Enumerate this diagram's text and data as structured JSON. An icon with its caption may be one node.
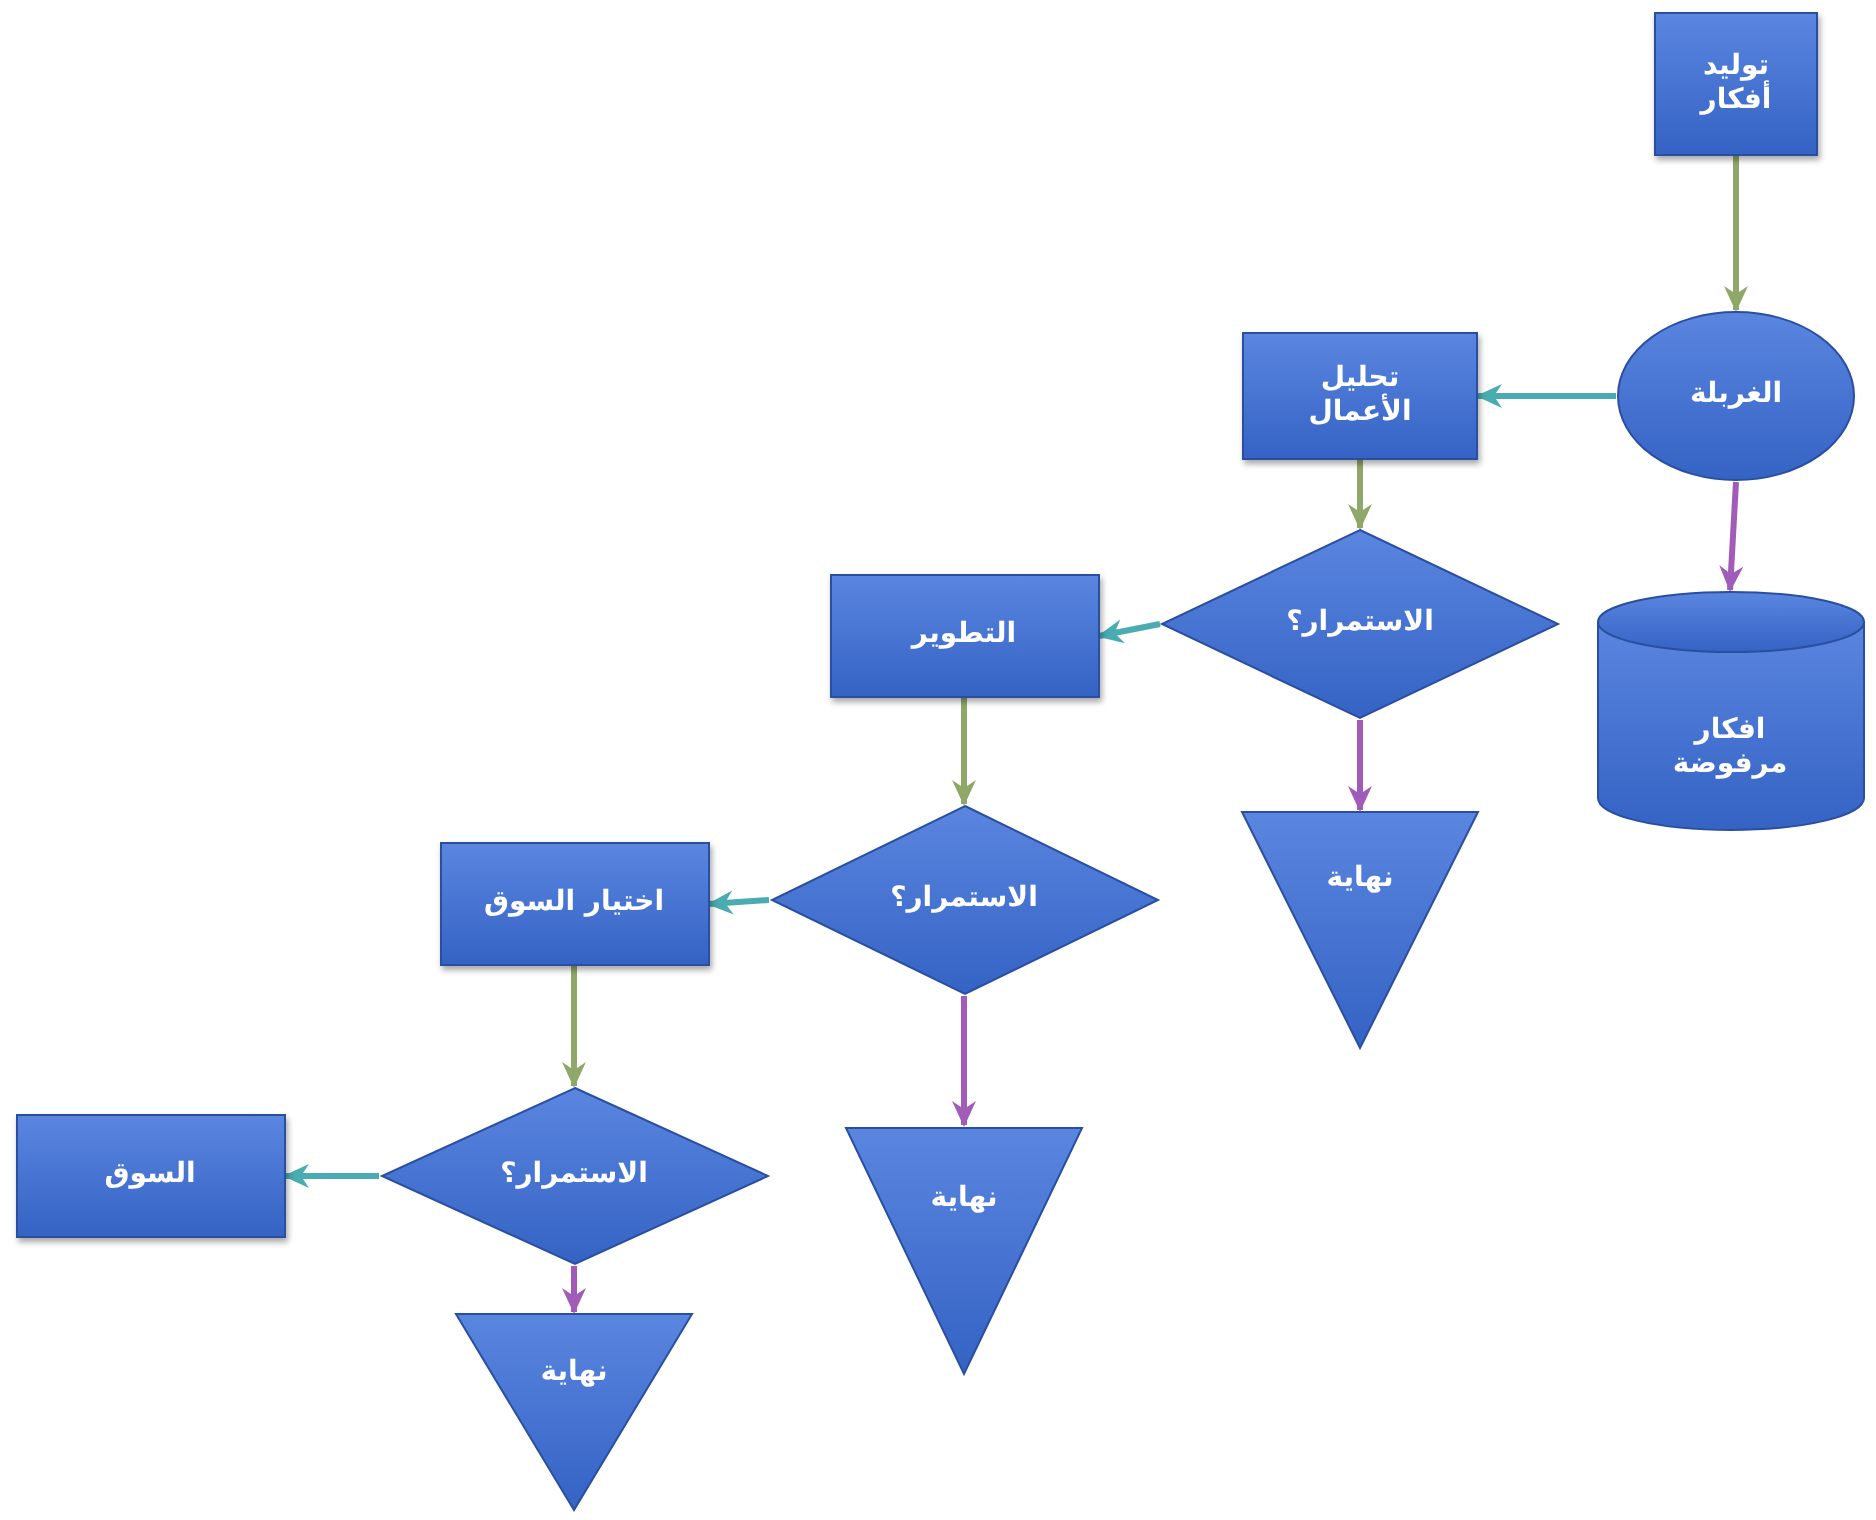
{
  "diagram": {
    "nodes": [
      {
        "text": [
          "توليد أفكار"
        ]
      },
      {
        "text": [
          "الغربلة"
        ]
      },
      {
        "text": [
          "تحليل الأعمال"
        ]
      },
      {
        "text": [
          "افكار مرفوضة"
        ]
      },
      {
        "text": [
          "الاستمرار؟"
        ]
      },
      {
        "text": [
          "التطوير"
        ]
      },
      {
        "text": [
          "الاستمرار؟"
        ]
      },
      {
        "text": [
          "نهاية"
        ]
      },
      {
        "text": [
          "اختيار السوق"
        ]
      },
      {
        "text": [
          "الاستمرار؟"
        ]
      },
      {
        "text": [
          "نهاية"
        ]
      },
      {
        "text": [
          "السوق"
        ]
      },
      {
        "text": [
          "نهاية"
        ]
      }
    ],
    "edges": [
      {
        "from": 0,
        "to": 1,
        "arrow": "to",
        "color": "#8fa86a"
      },
      {
        "from": 1,
        "to": 2,
        "arrow": "to",
        "color": "#4aabb0"
      },
      {
        "from": 1,
        "to": 3,
        "arrow": "to",
        "color": "#a05cb8"
      },
      {
        "from": 2,
        "to": 4,
        "arrow": "to",
        "color": "#8fa86a"
      },
      {
        "from": 4,
        "to": 5,
        "arrow": "to",
        "color": "#4aabb0"
      },
      {
        "from": 4,
        "to": 7,
        "arrow": "to",
        "color": "#a05cb8"
      },
      {
        "from": 5,
        "to": 6,
        "arrow": "to",
        "color": "#8fa86a"
      },
      {
        "from": 6,
        "to": 8,
        "arrow": "to",
        "color": "#4aabb0"
      },
      {
        "from": 6,
        "to": 10,
        "arrow": "to",
        "color": "#a05cb8"
      },
      {
        "from": 8,
        "to": 9,
        "arrow": "to",
        "color": "#8fa86a"
      },
      {
        "from": 9,
        "to": 11,
        "arrow": "to",
        "color": "#4aabb0"
      },
      {
        "from": 9,
        "to": 12,
        "arrow": "to",
        "color": "#a05cb8"
      }
    ]
  }
}
